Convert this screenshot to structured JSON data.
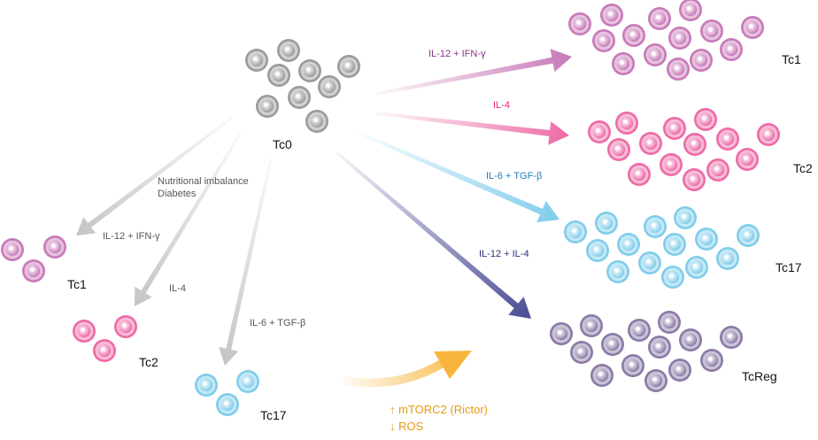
{
  "colors": {
    "gray": "#9a9a9a",
    "magenta": "#c879b8",
    "pink": "#ee6aa6",
    "cyan": "#7fcdeb",
    "purple": "#8a7aa6",
    "navy": "#4a4c94",
    "orange": "#f7b53c",
    "arrow_gray": "#c4c4c4",
    "label_magenta": "#8d2f8a",
    "label_pink": "#e2237a",
    "label_blue": "#1f7fb8",
    "label_navy": "#2a2e7a",
    "label_gray": "#555555",
    "label_orange": "#e59a12"
  },
  "groups": {
    "tc0": "Tc0",
    "tc1_right": "Tc1",
    "tc2_right": "Tc2",
    "tc17_right": "Tc17",
    "tcreg_right": "TcReg",
    "tc1_left": "Tc1",
    "tc2_left": "Tc2",
    "tc17_left": "Tc17"
  },
  "arrows": {
    "tc1_right": "IL-12 + IFN-γ",
    "tc2_right": "IL-4",
    "tc17_right": "IL-6 + TGF-β",
    "tcreg_right": "IL-12 + IL-4",
    "tc1_left": "IL-12 + IFN-γ",
    "tc2_left": "IL-4",
    "tc17_left": "IL-6 + TGF-β"
  },
  "conditions": {
    "line1": "Nutritional imbalance",
    "line2": "Diabetes"
  },
  "regulators": {
    "up_symbol": "↑",
    "up_text": "mTORC2 (Rictor)",
    "down_symbol": "↓",
    "down_text": "ROS"
  }
}
